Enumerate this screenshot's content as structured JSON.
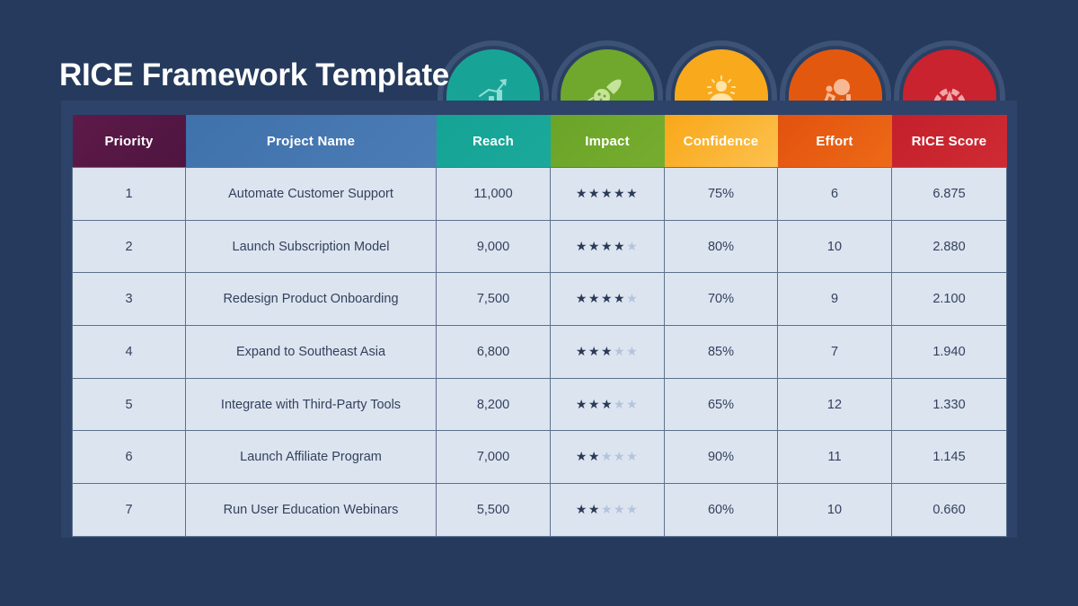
{
  "page": {
    "title": "RICE Framework Template",
    "background_color": "#253a5c",
    "panel_color": "#2e4369"
  },
  "icon_tabs": [
    {
      "name": "reach-icon",
      "label": "Reach",
      "color": "#17a496",
      "icon": "growth-chart-arrow-icon"
    },
    {
      "name": "impact-icon",
      "label": "Impact",
      "color": "#6fa82c",
      "icon": "comet-meteor-icon"
    },
    {
      "name": "confidence-icon",
      "label": "Confidence",
      "color": "#f9a91c",
      "icon": "confident-person-icon"
    },
    {
      "name": "effort-icon",
      "label": "Effort",
      "color": "#e3580f",
      "icon": "person-pushing-ball-chart-icon"
    },
    {
      "name": "score-icon",
      "label": "RICE Score",
      "color": "#c8232e",
      "icon": "gauge-speedometer-icon"
    }
  ],
  "table": {
    "columns": [
      {
        "key": "priority",
        "label": "Priority",
        "color": "#5e1a49"
      },
      {
        "key": "project",
        "label": "Project Name",
        "color": "#3f71ab"
      },
      {
        "key": "reach",
        "label": "Reach",
        "color": "#17a496"
      },
      {
        "key": "impact",
        "label": "Impact",
        "color": "#6fa82c"
      },
      {
        "key": "confidence",
        "label": "Confidence",
        "color": "#f9a91c"
      },
      {
        "key": "effort",
        "label": "Effort",
        "color": "#e3580f"
      },
      {
        "key": "score",
        "label": "RICE Score",
        "color": "#c8232e"
      }
    ],
    "rows": [
      {
        "priority": "1",
        "project": "Automate Customer Support",
        "reach": "11,000",
        "impact": 5,
        "impact_max": 5,
        "confidence": "75%",
        "effort": "6",
        "score": "6.875"
      },
      {
        "priority": "2",
        "project": "Launch Subscription Model",
        "reach": "9,000",
        "impact": 4,
        "impact_max": 5,
        "confidence": "80%",
        "effort": "10",
        "score": "2.880"
      },
      {
        "priority": "3",
        "project": "Redesign Product Onboarding",
        "reach": "7,500",
        "impact": 4,
        "impact_max": 5,
        "confidence": "70%",
        "effort": "9",
        "score": "2.100"
      },
      {
        "priority": "4",
        "project": "Expand to Southeast Asia",
        "reach": "6,800",
        "impact": 3,
        "impact_max": 5,
        "confidence": "85%",
        "effort": "7",
        "score": "1.940"
      },
      {
        "priority": "5",
        "project": "Integrate with Third-Party Tools",
        "reach": "8,200",
        "impact": 3,
        "impact_max": 5,
        "confidence": "65%",
        "effort": "12",
        "score": "1.330"
      },
      {
        "priority": "6",
        "project": "Launch Affiliate Program",
        "reach": "7,000",
        "impact": 2,
        "impact_max": 5,
        "confidence": "90%",
        "effort": "11",
        "score": "1.145"
      },
      {
        "priority": "7",
        "project": "Run User Education Webinars",
        "reach": "5,500",
        "impact": 2,
        "impact_max": 5,
        "confidence": "60%",
        "effort": "10",
        "score": "0.660"
      }
    ]
  }
}
